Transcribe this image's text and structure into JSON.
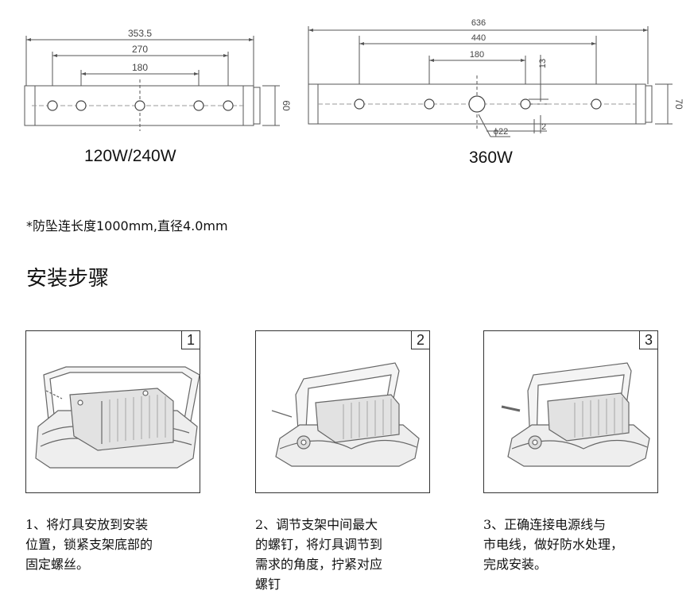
{
  "drawing_left": {
    "dims": [
      "353.5",
      "270",
      "180"
    ],
    "height_dim": "60",
    "caption": "120W/240W"
  },
  "drawing_right": {
    "dims": [
      "636",
      "440",
      "180"
    ],
    "height_dim": "70",
    "small_dims": [
      "13",
      "2"
    ],
    "hole_dim": "ϕ22",
    "caption": "360W"
  },
  "note": "*防坠连长度1000mm,直径4.0mm",
  "section_title": "安装步骤",
  "steps": [
    {
      "num": "1",
      "text": "1、将灯具安放到安装\n位置，锁紧支架底部的\n固定螺丝。"
    },
    {
      "num": "2",
      "text": "2、调节支架中间最大\n的螺钉，将灯具调节到\n需求的角度，拧紧对应\n螺钉"
    },
    {
      "num": "3",
      "text": "3、正确连接电源线与\n市电线，做好防水处理，\n完成安装。"
    }
  ]
}
